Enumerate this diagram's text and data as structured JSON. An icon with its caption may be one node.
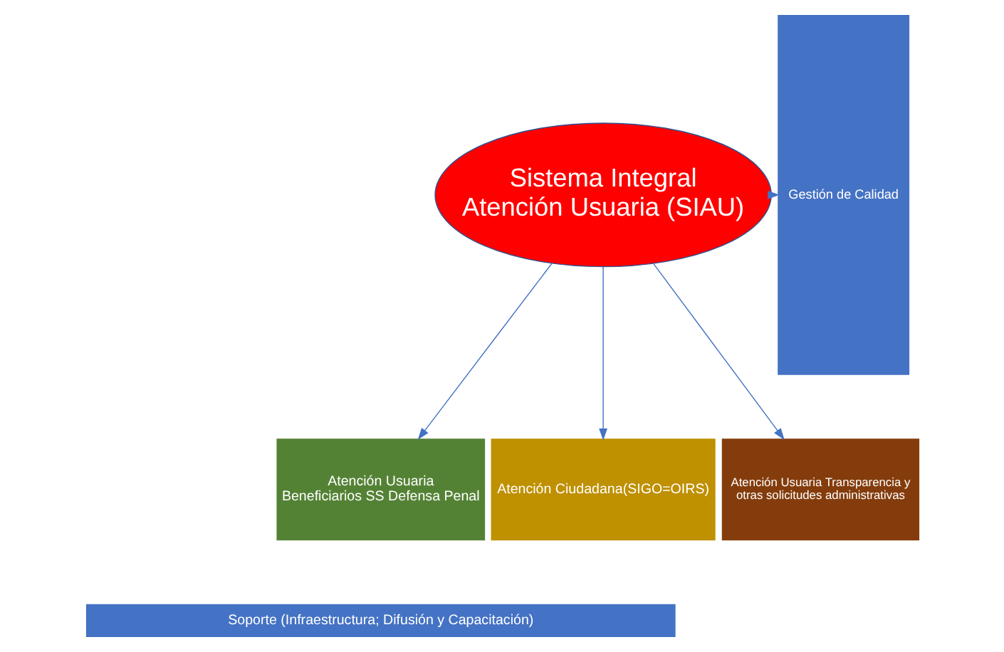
{
  "diagram": {
    "nodes": [
      {
        "text": [
          "Sistema Integral Atención Usuaria (SIAU)"
        ]
      },
      {
        "text": [
          "Atención Usuaria Beneficiarios SS Defensa Penal"
        ]
      },
      {
        "text": [
          "Atención Ciudadana(SIGO=OIRS)"
        ]
      },
      {
        "text": [
          "Atención Usuaria Transparencia y otras solicitudes administrativas"
        ]
      },
      {
        "text": [
          "Soporte (Infraestructura; Difusión y Capacitación)"
        ]
      },
      {
        "text": [
          "Gestión de Calidad"
        ]
      }
    ],
    "edges": [
      {
        "from": 0,
        "to": 1,
        "arrow": "to"
      },
      {
        "from": 0,
        "to": 2,
        "arrow": "to"
      },
      {
        "from": 0,
        "to": 3,
        "arrow": "to"
      },
      {
        "from": 0,
        "to": 5,
        "arrow": "to"
      }
    ]
  }
}
